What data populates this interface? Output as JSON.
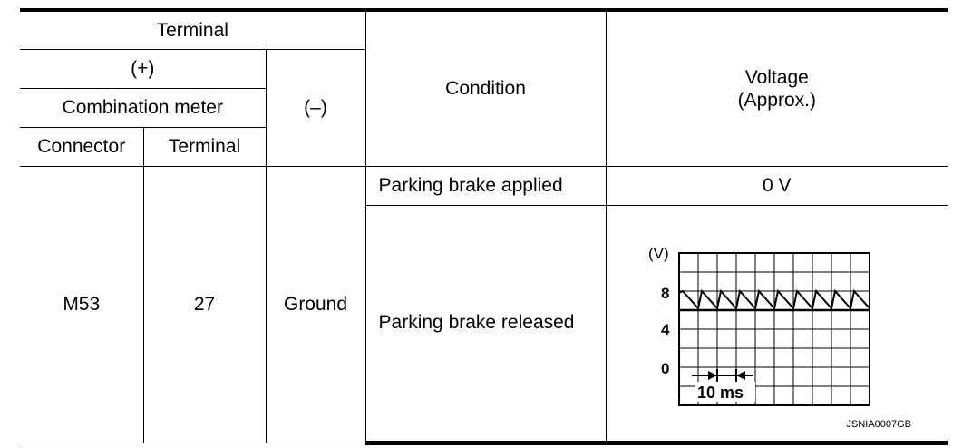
{
  "headers": {
    "terminal": "Terminal",
    "plus": "(+)",
    "minus": "(–)",
    "combination_meter": "Combination meter",
    "connector": "Connector",
    "terminal_sub": "Terminal",
    "condition": "Condition",
    "voltage_line1": "Voltage",
    "voltage_line2": "(Approx.)"
  },
  "row": {
    "connector": "M53",
    "terminal": "27",
    "minus": "Ground",
    "conditions": [
      {
        "condition": "Parking brake applied",
        "voltage": "0 V"
      },
      {
        "condition": "Parking brake released"
      }
    ]
  },
  "waveform": {
    "unit_label": "(V)",
    "y_ticks": [
      "8",
      "4",
      "0"
    ],
    "time_label": "10 ms",
    "figure_code": "JSNIA0007GB"
  }
}
